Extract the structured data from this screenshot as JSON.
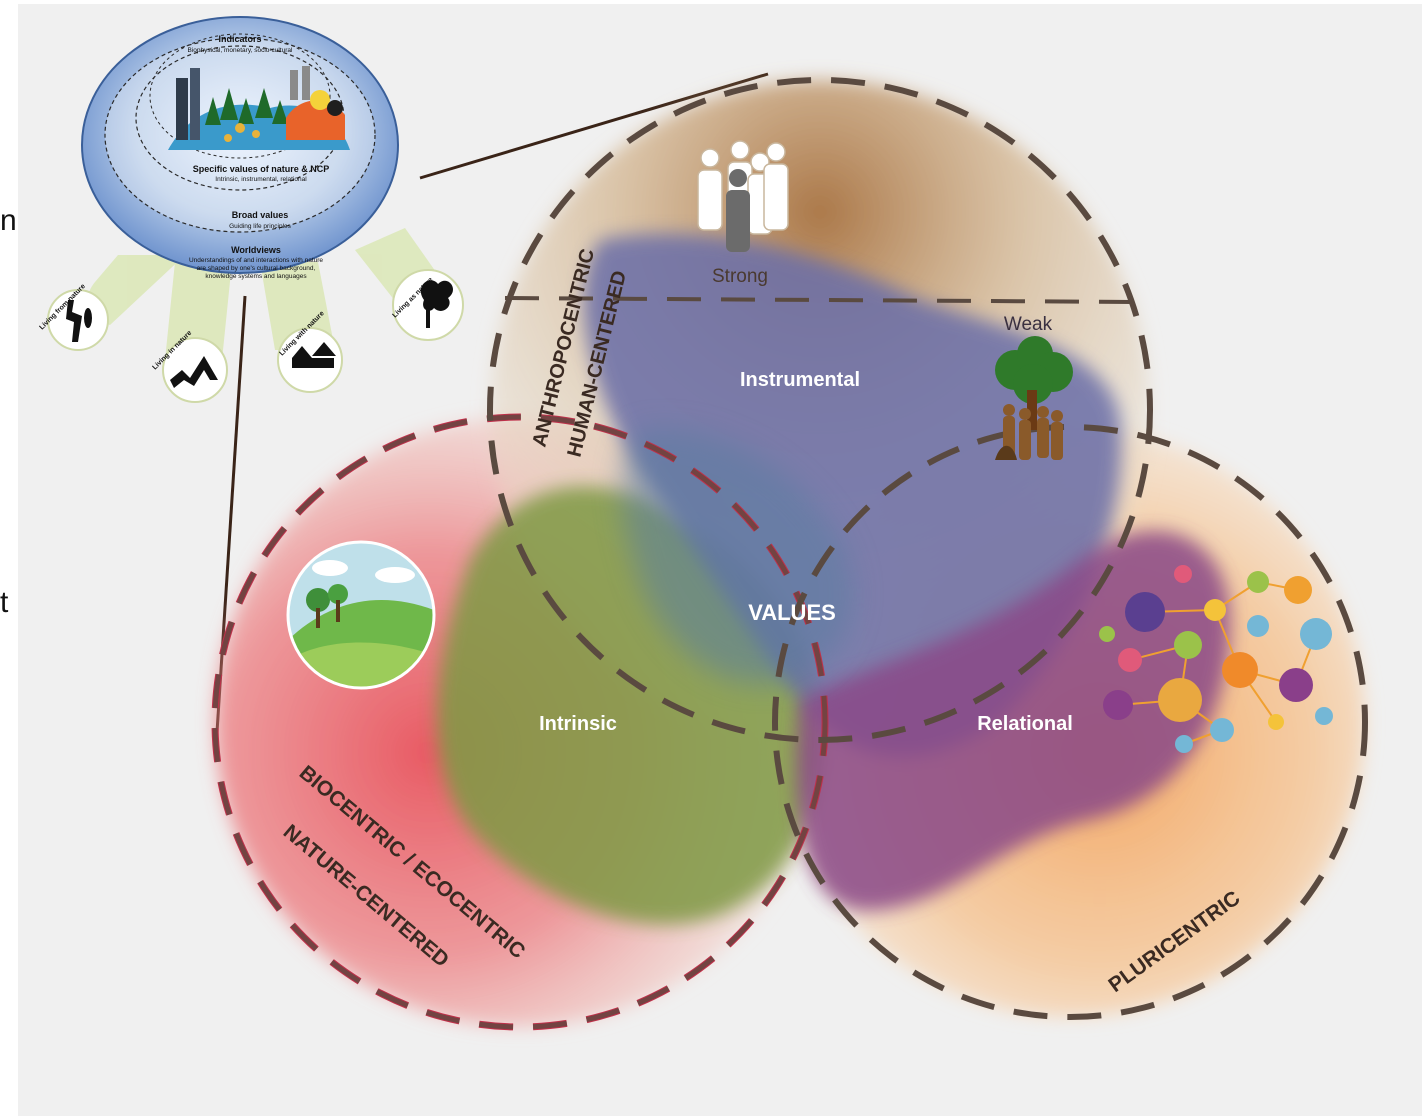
{
  "edge_text": [
    "n",
    "t"
  ],
  "inset": {
    "indicators_title": "Indicators",
    "indicators_sub": "Biophysical, monetary, socio-cultural",
    "specific_title": "Specific values of nature & NCP",
    "specific_sub": "Intrinsic, instrumental, relational",
    "broad_title": "Broad values",
    "broad_sub": "Guiding life principles",
    "worldviews_title": "Worldviews",
    "worldviews_line1": "Understandings of and interactions with nature",
    "worldviews_line2": "are shaped by one's cultural background,",
    "worldviews_line3": "knowledge systems and languages",
    "petals": [
      "Living from nature",
      "Living in nature",
      "Living with nature",
      "Living as nature"
    ]
  },
  "circles": {
    "top_label_1": "ANTHROPOCENTRIC",
    "top_label_2": "HUMAN-CENTERED",
    "left_label_1": "BIOCENTRIC / ECOCENTRIC",
    "left_label_2": "NATURE-CENTERED",
    "right_label": "PLURICENTRIC"
  },
  "values": {
    "center": "VALUES",
    "instrumental": "Instrumental",
    "intrinsic": "Intrinsic",
    "relational": "Relational",
    "strong": "Strong",
    "weak": "Weak"
  },
  "colors": {
    "background": "#f0f0f0",
    "biocentric": "#e8525c",
    "pluricentric": "#f3a35c",
    "anthropocentric": "#b07a48",
    "instrumental_blob": "#6a6ea8",
    "intrinsic_blob": "#8a9a45",
    "relational_blob": "#8a4a88",
    "dash_dark": "#5a4a40",
    "dash_red": "#c0304a"
  }
}
